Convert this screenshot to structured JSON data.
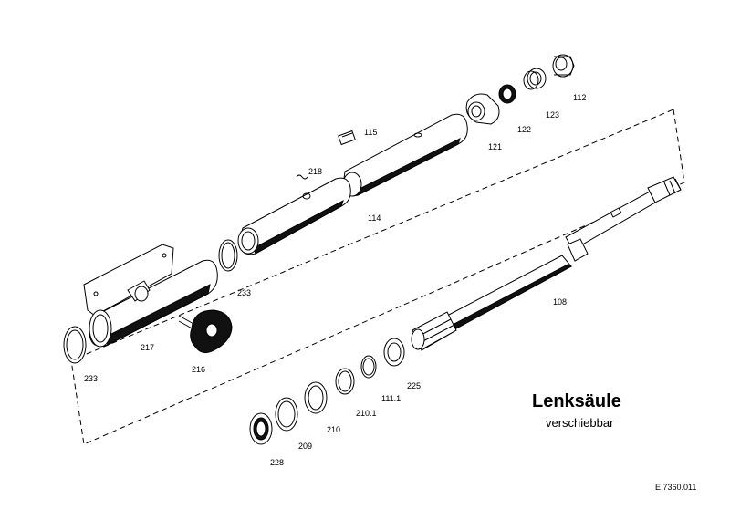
{
  "title": "Lenksäule",
  "subtitle": "verschiebbar",
  "drawing_number": "E 7360.011",
  "parts": [
    {
      "id": "p112",
      "label": "112"
    },
    {
      "id": "p123",
      "label": "123"
    },
    {
      "id": "p122",
      "label": "122"
    },
    {
      "id": "p121",
      "label": "121"
    },
    {
      "id": "p115",
      "label": "115"
    },
    {
      "id": "p218",
      "label": "218"
    },
    {
      "id": "p114",
      "label": "114"
    },
    {
      "id": "p233a",
      "label": "233"
    },
    {
      "id": "p233b",
      "label": "233"
    },
    {
      "id": "p217",
      "label": "217"
    },
    {
      "id": "p216",
      "label": "216"
    },
    {
      "id": "p108",
      "label": "108"
    },
    {
      "id": "p225",
      "label": "225"
    },
    {
      "id": "p111",
      "label": "111.1"
    },
    {
      "id": "p210a",
      "label": "210.1"
    },
    {
      "id": "p210",
      "label": "210"
    },
    {
      "id": "p209",
      "label": "209"
    },
    {
      "id": "p228",
      "label": "228"
    }
  ]
}
